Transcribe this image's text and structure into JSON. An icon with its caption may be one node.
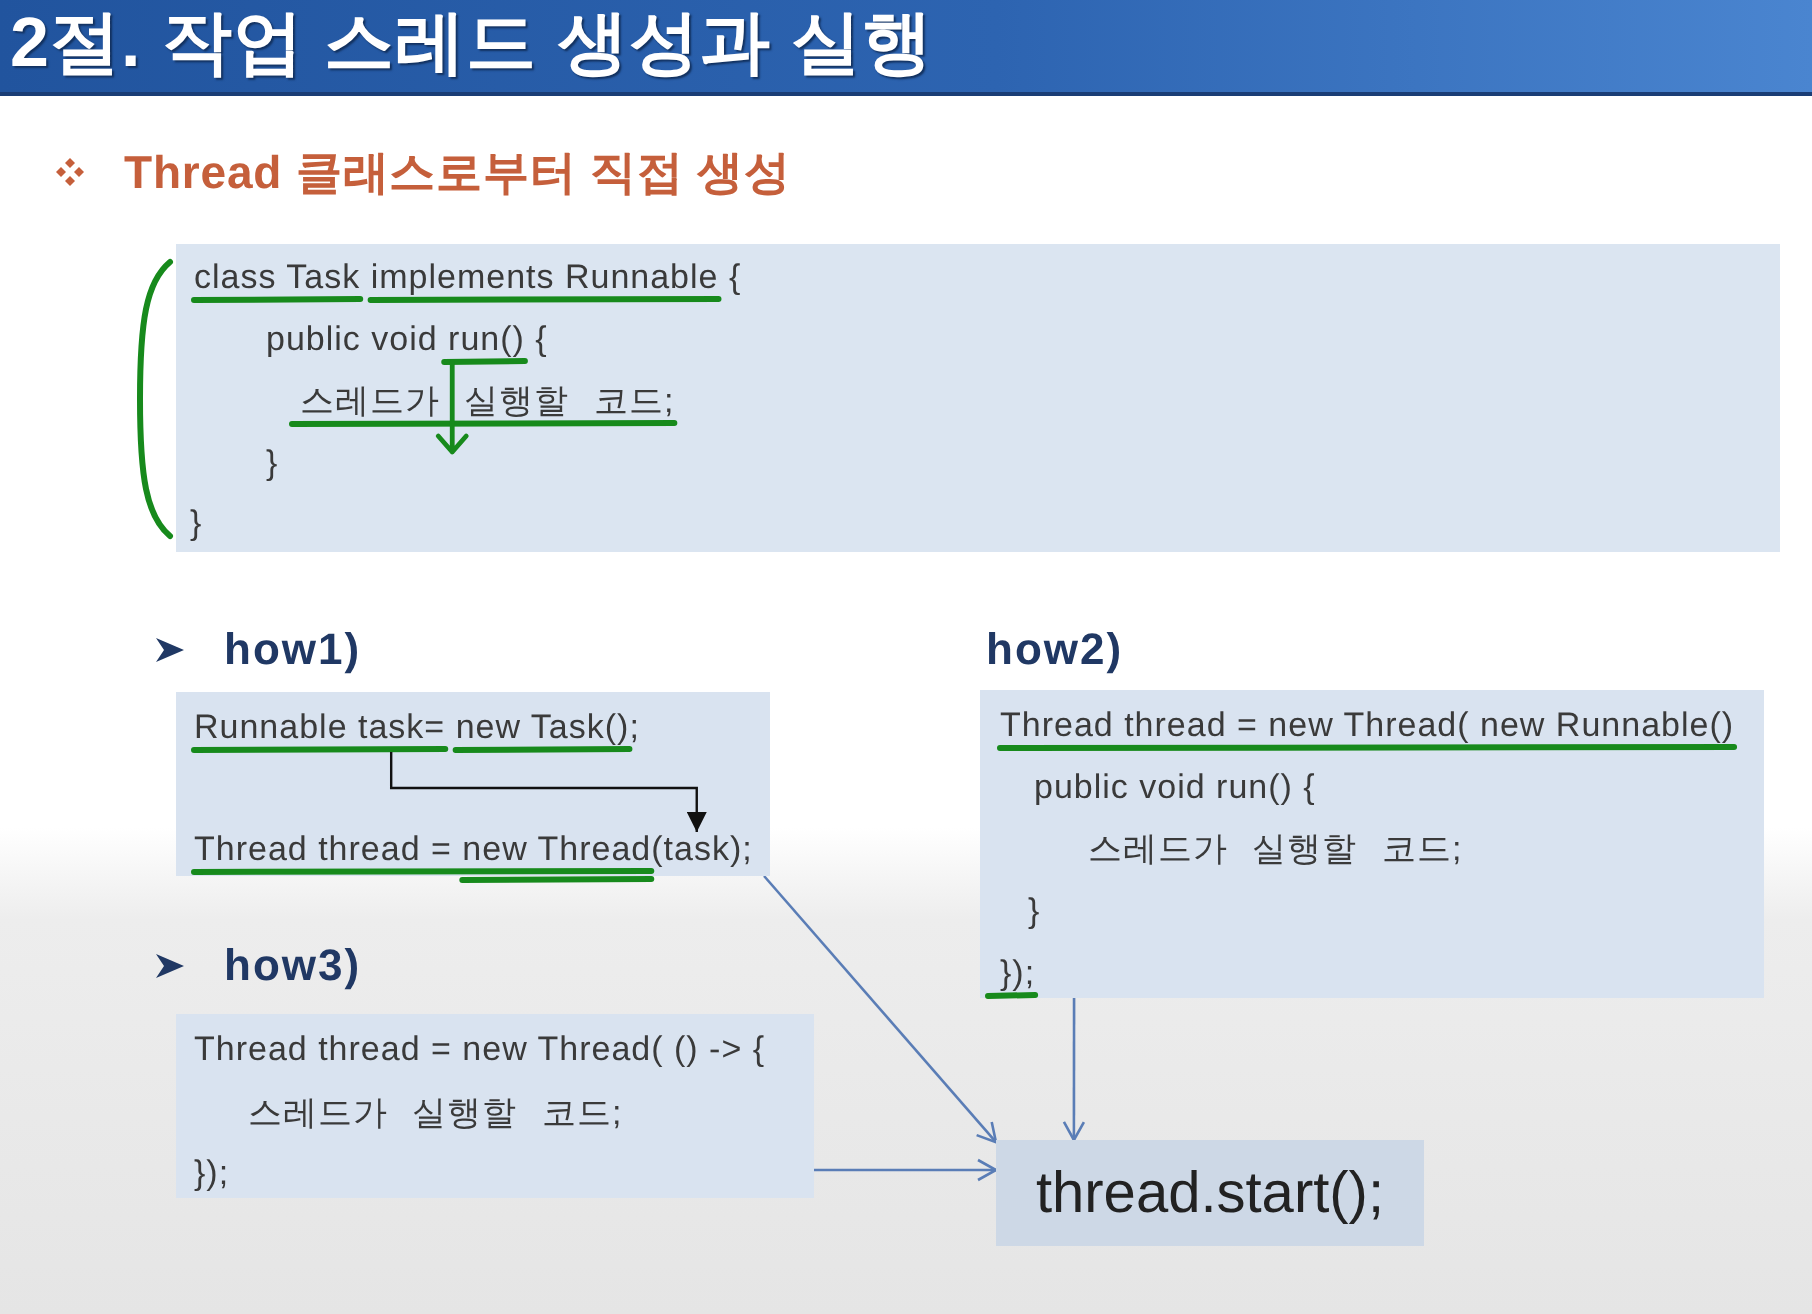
{
  "diagram": {
    "title": "2절. 작업 스레드 생성과 실행",
    "nodes": [
      {
        "text": [
          "class Task implements Runnable {",
          "public void run() {",
          "스레드가 실행할 코드;",
          "}",
          "}"
        ]
      },
      {
        "text": [
          "how1)",
          "Runnable task= new Task();",
          "Thread thread = new Thread(task);"
        ]
      },
      {
        "text": [
          "how2)",
          "Thread thread = new Thread( new Runnable()",
          "public void run() {",
          "스레드가 실행할 코드;",
          "}",
          "});"
        ]
      },
      {
        "text": [
          "how3)",
          "Thread thread = new Thread( () -> {",
          "스레드가 실행할 코드;",
          "});"
        ]
      },
      {
        "text": [
          "thread.start();"
        ]
      }
    ],
    "edges": [
      {
        "from": 1,
        "to": 4,
        "arrow": "to"
      },
      {
        "from": 2,
        "to": 4,
        "arrow": "to"
      },
      {
        "from": 3,
        "to": 4,
        "arrow": "to"
      }
    ],
    "labels": [
      "Thread 클래스로부터 직접 생성"
    ]
  }
}
